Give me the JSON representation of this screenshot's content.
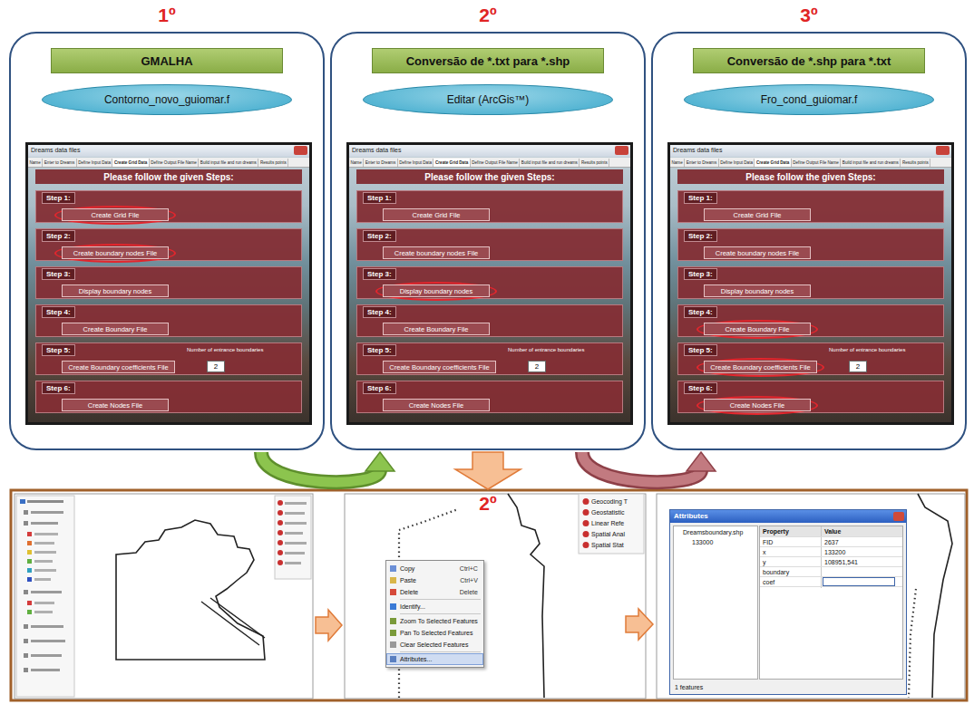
{
  "diagram": {
    "nodes": [
      {
        "text": [
          "1º"
        ]
      },
      {
        "text": [
          "GMALHA"
        ],
        "in": 0
      },
      {
        "text": [
          "Contorno_novo_guiomar.f"
        ],
        "in": 0
      },
      {
        "text": [
          "Dreams data files",
          "Please follow the given Steps:"
        ],
        "in": 0
      },
      {
        "text": [
          "Step 1:"
        ],
        "in": 3
      },
      {
        "text": [
          "Create Grid File"
        ],
        "in": 4
      },
      {
        "text": [
          "Step 2:"
        ],
        "in": 3
      },
      {
        "text": [
          "Create boundary nodes File"
        ],
        "in": 6
      },
      {
        "text": [
          "Step 3:"
        ],
        "in": 3
      },
      {
        "text": [
          "Display boundary nodes"
        ],
        "in": 8
      },
      {
        "text": [
          "Step 4:"
        ],
        "in": 3
      },
      {
        "text": [
          "Create Boundary File"
        ],
        "in": 10
      },
      {
        "text": [
          "Step 5:",
          "Number of entrance boundaries"
        ],
        "in": 3
      },
      {
        "text": [
          "Create Boundary coefficients File"
        ],
        "in": 12
      },
      {
        "text": [
          "2"
        ],
        "in": 12
      },
      {
        "text": [
          "Step 6:"
        ],
        "in": 3
      },
      {
        "text": [
          "Create Nodes File"
        ],
        "in": 15
      },
      {
        "text": [
          "2º"
        ]
      },
      {
        "text": [
          "Conversão de *.txt para *.shp"
        ],
        "in": 17
      },
      {
        "text": [
          "Editar (ArcGis™)"
        ],
        "in": 17
      },
      {
        "text": [
          "Dreams data files",
          "Please follow the given Steps:"
        ],
        "in": 17
      },
      {
        "text": [
          "Step 1:"
        ],
        "in": 20
      },
      {
        "text": [
          "Create Grid File"
        ],
        "in": 21
      },
      {
        "text": [
          "Step 2:"
        ],
        "in": 20
      },
      {
        "text": [
          "Create boundary nodes File"
        ],
        "in": 23
      },
      {
        "text": [
          "Step 3:"
        ],
        "in": 20
      },
      {
        "text": [
          "Display boundary nodes"
        ],
        "in": 25
      },
      {
        "text": [
          "Step 4:"
        ],
        "in": 20
      },
      {
        "text": [
          "Create Boundary File"
        ],
        "in": 27
      },
      {
        "text": [
          "Step 5:",
          "Number of entrance boundaries"
        ],
        "in": 20
      },
      {
        "text": [
          "Create Boundary coefficients File"
        ],
        "in": 29
      },
      {
        "text": [
          "2"
        ],
        "in": 29
      },
      {
        "text": [
          "Step 6:"
        ],
        "in": 20
      },
      {
        "text": [
          "Create Nodes File"
        ],
        "in": 32
      },
      {
        "text": [
          "3º"
        ]
      },
      {
        "text": [
          "Conversão de *.shp para *.txt"
        ],
        "in": 34
      },
      {
        "text": [
          "Fro_cond_guiomar.f"
        ],
        "in": 34
      },
      {
        "text": [
          "Dreams data files",
          "Please follow the given Steps:"
        ],
        "in": 34
      },
      {
        "text": [
          "Step 1:"
        ],
        "in": 37
      },
      {
        "text": [
          "Create Grid File"
        ],
        "in": 38
      },
      {
        "text": [
          "Step 2:"
        ],
        "in": 37
      },
      {
        "text": [
          "Create boundary nodes File"
        ],
        "in": 40
      },
      {
        "text": [
          "Step 3:"
        ],
        "in": 37
      },
      {
        "text": [
          "Display boundary nodes"
        ],
        "in": 42
      },
      {
        "text": [
          "Step 4:"
        ],
        "in": 37
      },
      {
        "text": [
          "Create Boundary File"
        ],
        "in": 44
      },
      {
        "text": [
          "Step 5:",
          "Number of entrance boundaries"
        ],
        "in": 37
      },
      {
        "text": [
          "Create Boundary coefficients File"
        ],
        "in": 46
      },
      {
        "text": [
          "2"
        ],
        "in": 46
      },
      {
        "text": [
          "Step 6:"
        ],
        "in": 37
      },
      {
        "text": [
          "Create Nodes File"
        ],
        "in": 49
      },
      {
        "text": [
          "2º"
        ]
      },
      {
        "text": [
          "Copy",
          "Ctrl+C",
          "Paste",
          "Ctrl+V",
          "Delete",
          "Delete",
          "Identify...",
          "Zoom To Selected Features",
          "Pan To Selected Features",
          "Clear Selected Features",
          "Attributes..."
        ],
        "in": 51
      },
      {
        "text": [
          "Attributes",
          "Dreamsboundary.shp",
          "133000",
          "Property",
          "Value",
          "FID",
          "2637",
          "x",
          "133200",
          "y",
          "108951,541",
          "boundary",
          "coef",
          "1 features"
        ],
        "in": 51
      }
    ],
    "edges": [
      {
        "from": 0,
        "to": 17,
        "arrow": "to"
      },
      {
        "from": 17,
        "to": 34,
        "arrow": "to"
      },
      {
        "from": 17,
        "to": 51,
        "arrow": "to"
      }
    ],
    "labels": [
      "Name",
      "Enter to Dreams",
      "Define Input Data",
      "Create Grid Data",
      "Define Output File Name",
      "Build input file and run dreams",
      "Results points",
      "Name",
      "Enter to Dreams",
      "Define Input Data",
      "Create Grid Data",
      "Define Output File Name",
      "Build input file and run dreams",
      "Results points",
      "Name",
      "Enter to Dreams",
      "Define Input Data",
      "Create Grid Data",
      "Define Output File Name",
      "Build input file and run dreams",
      "Results points",
      "Geocoding T",
      "Geostatistic",
      "Linear Refe",
      "Spatial Anal",
      "Spatial Stat"
    ]
  }
}
